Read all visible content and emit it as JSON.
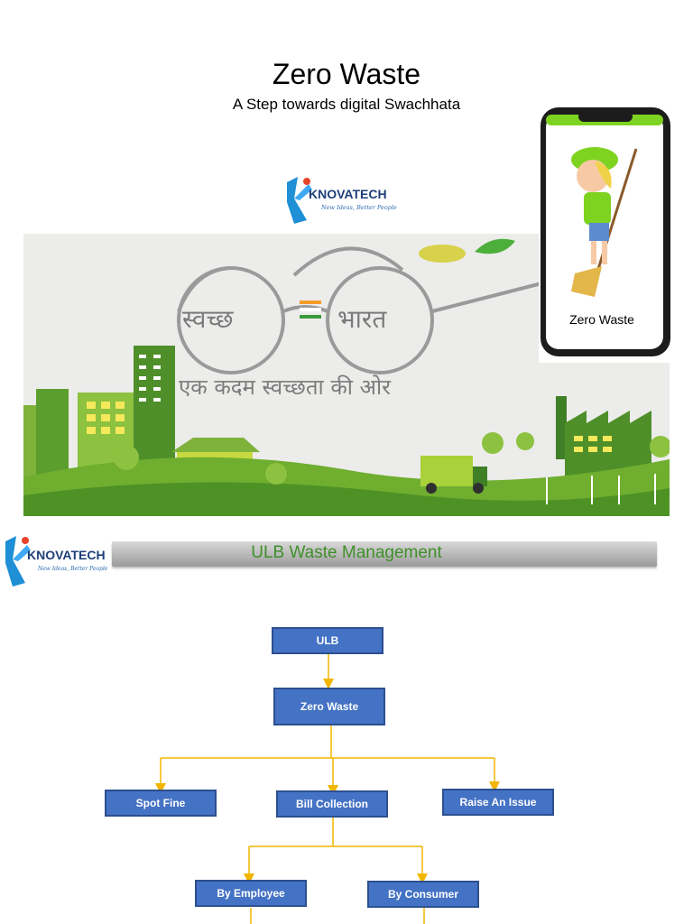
{
  "header": {
    "title": "Zero Waste",
    "subtitle": "A Step towards digital Swachhata"
  },
  "logo": {
    "brand": "KNOVATECH",
    "tagline": "New Ideas, Better People"
  },
  "banner": {
    "left_word": "स्वच्छ",
    "right_word": "भारत",
    "slogan": "एक कदम स्वच्छता की ओर"
  },
  "phone": {
    "label": "Zero Waste"
  },
  "section": {
    "title": "ULB Waste Management"
  },
  "flowchart": {
    "root": "ULB",
    "app": "Zero Waste",
    "modules": [
      "Spot Fine",
      "Bill Collection",
      "Raise An Issue"
    ],
    "collection_modes": [
      "By Employee",
      "By Consumer"
    ]
  },
  "colors": {
    "box_fill": "#4472c4",
    "connector": "#f2b600",
    "heading_green": "#3f8f2a",
    "brand_navy": "#1e3f78"
  }
}
